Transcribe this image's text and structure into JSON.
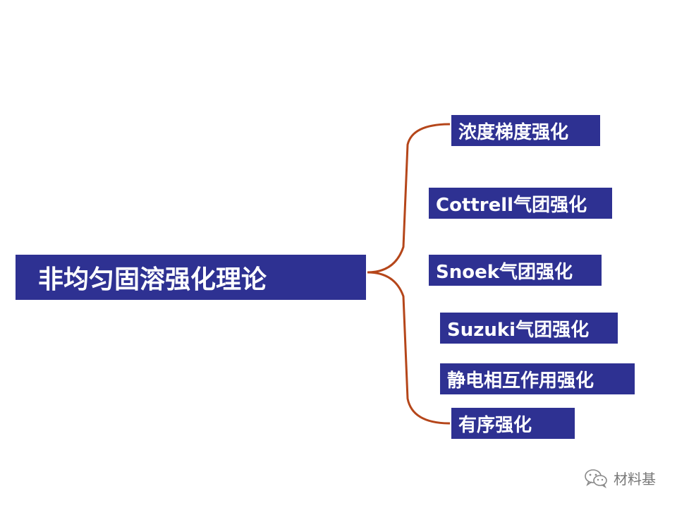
{
  "root": {
    "label": "非均匀固溶强化理论"
  },
  "branches": [
    {
      "label": "浓度梯度强化"
    },
    {
      "label": "Cottrell气团强化"
    },
    {
      "label": "Snoek气团强化"
    },
    {
      "label": "Suzuki气团强化"
    },
    {
      "label": "静电相互作用强化"
    },
    {
      "label": "有序强化"
    }
  ],
  "connector_color": "#b5461a",
  "box_color": "#2e3192",
  "watermark": {
    "text": "材料基",
    "icon": "wechat-icon"
  }
}
